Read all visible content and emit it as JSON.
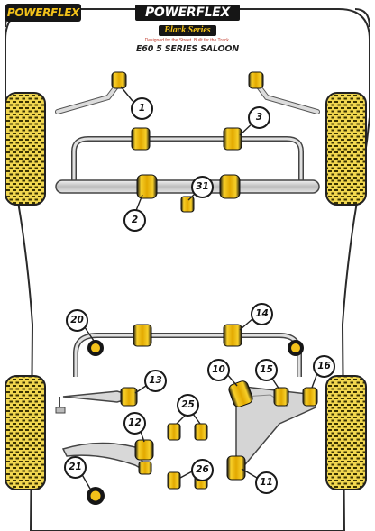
{
  "brand": {
    "corner_logo": "POWERFLEX",
    "logo_main": "POWERFLEX",
    "logo_sub": "Black Series",
    "logo_tagline": "Designed for the Street. Built for the Track."
  },
  "model_title": "E60 5 SERIES SALOON",
  "callouts": [
    "1",
    "2",
    "3",
    "31",
    "20",
    "14",
    "10",
    "13",
    "15",
    "16",
    "25",
    "12",
    "21",
    "26",
    "11"
  ],
  "colors": {
    "bushing_yellow": "#f3c21a",
    "bushing_black": "#161616",
    "tyre_yellow": "#f0d64f",
    "component_grey": "#d5d5d5",
    "outline": "#222222"
  }
}
